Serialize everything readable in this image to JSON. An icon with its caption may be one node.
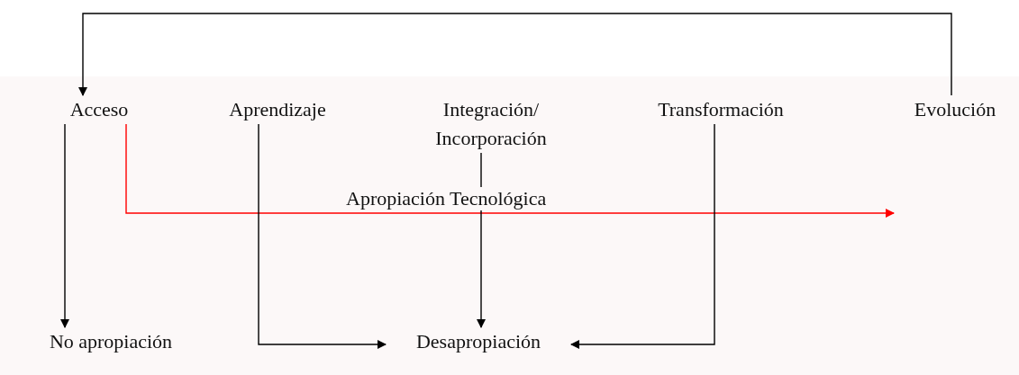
{
  "diagram": {
    "nodes": [
      {
        "text": [
          "Acceso"
        ]
      },
      {
        "text": [
          "Aprendizaje"
        ]
      },
      {
        "text": [
          "Integración/ Incorporación"
        ]
      },
      {
        "text": [
          "Transformación"
        ]
      },
      {
        "text": [
          "Evolución"
        ]
      },
      {
        "text": [
          "No apropiación"
        ]
      },
      {
        "text": [
          "Desapropiación"
        ]
      }
    ],
    "edges": [
      {
        "from": 4,
        "to": 0,
        "arrow": "to"
      },
      {
        "from": 0,
        "to": 5,
        "arrow": "to"
      },
      {
        "from": 0,
        "to": null,
        "arrow": "to",
        "label": "Apropiación Tecnológica",
        "color": "#ff0000"
      },
      {
        "from": 1,
        "to": 6,
        "arrow": "to"
      },
      {
        "from": 2,
        "to": 6,
        "arrow": "to"
      },
      {
        "from": 3,
        "to": 6,
        "arrow": "to"
      }
    ]
  }
}
